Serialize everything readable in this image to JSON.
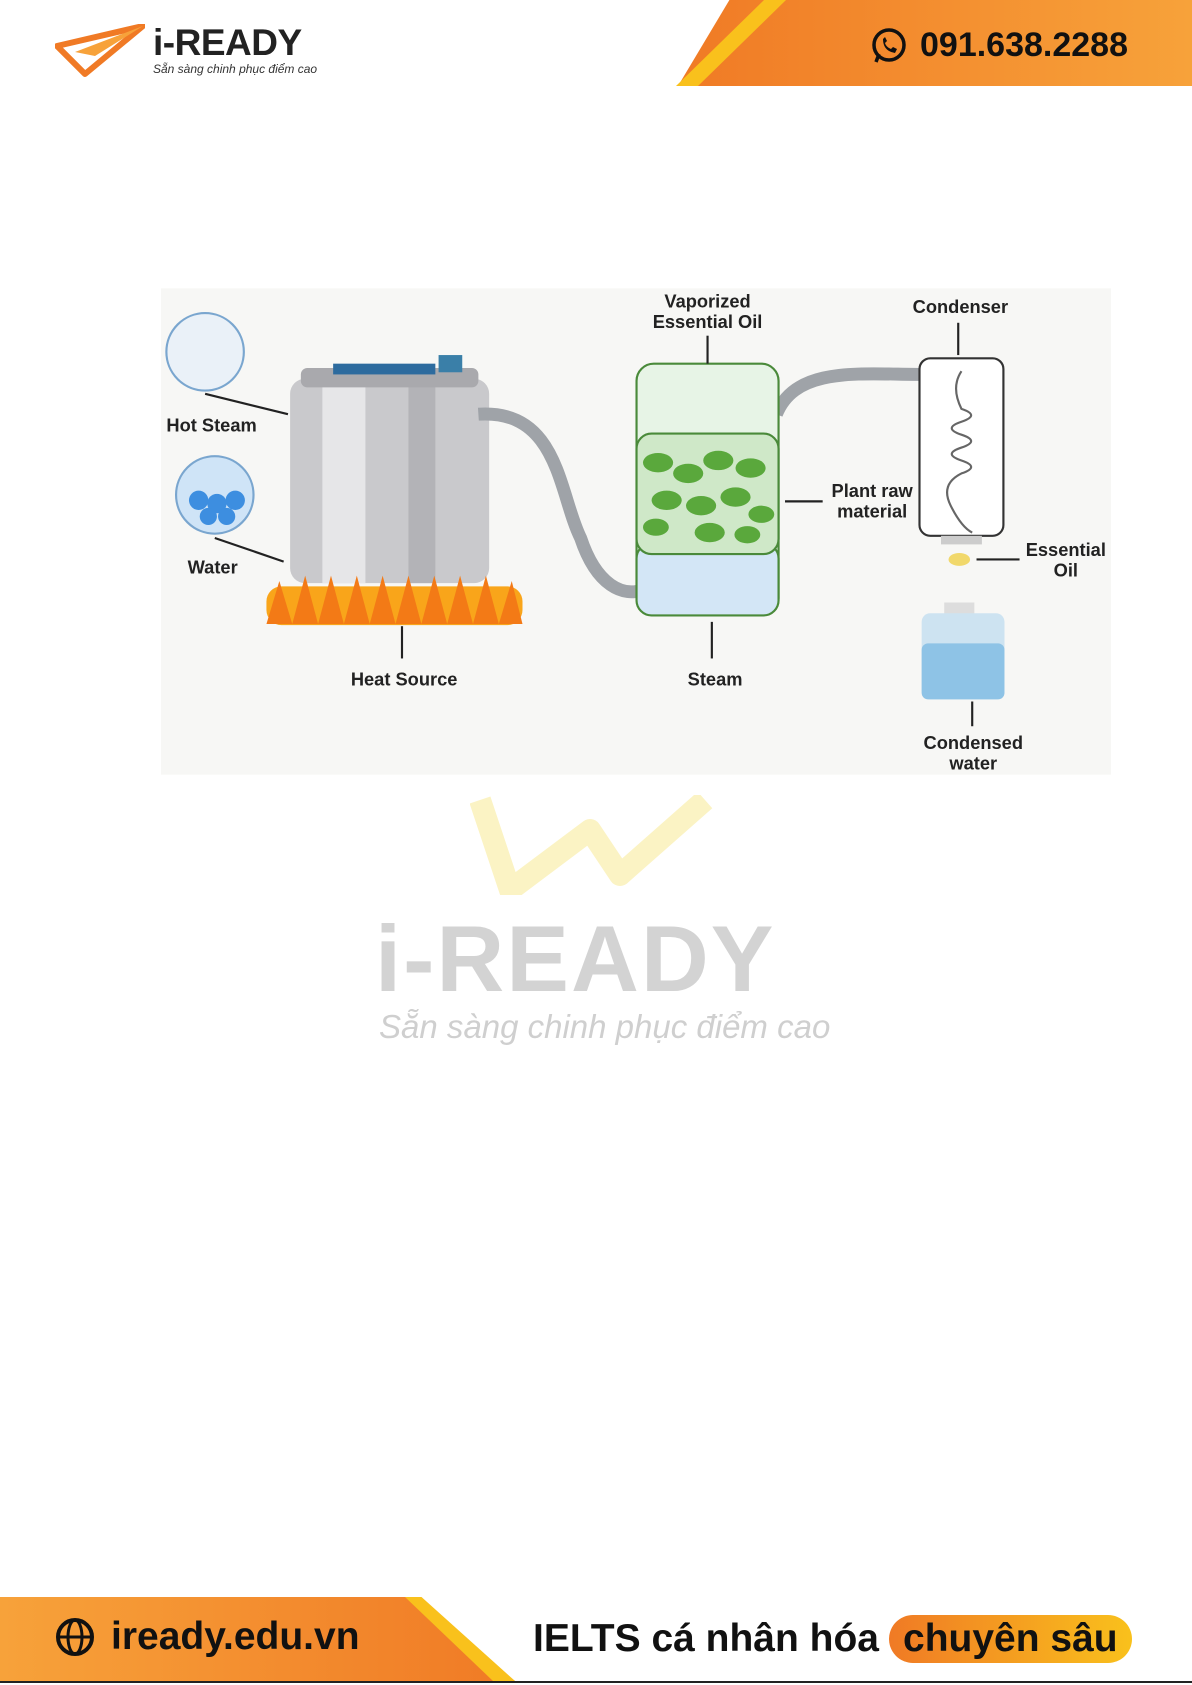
{
  "header": {
    "brand": "i-READY",
    "tagline": "Sẵn sàng chinh phục điểm cao",
    "phone": "091.638.2288",
    "colors": {
      "orange": "#f07a25",
      "yellow": "#f9c11c"
    }
  },
  "diagram": {
    "labels": {
      "hot_steam": "Hot Steam",
      "water": "Water",
      "heat_source": "Heat Source",
      "vaporized_1": "Vaporized",
      "vaporized_2": "Essential Oil",
      "condenser": "Condenser",
      "plant_1": "Plant raw",
      "plant_2": "material",
      "oil_1": "Essential",
      "oil_2": "Oil",
      "steam": "Steam",
      "condensed_1": "Condensed",
      "condensed_2": "water"
    }
  },
  "watermark": {
    "title": "i-READY",
    "tagline": "Sẵn sàng chinh phục điểm cao"
  },
  "footer": {
    "website": "iready.edu.vn",
    "slogan": "IELTS cá nhân hóa",
    "slogan_highlight": "chuyên sâu"
  }
}
